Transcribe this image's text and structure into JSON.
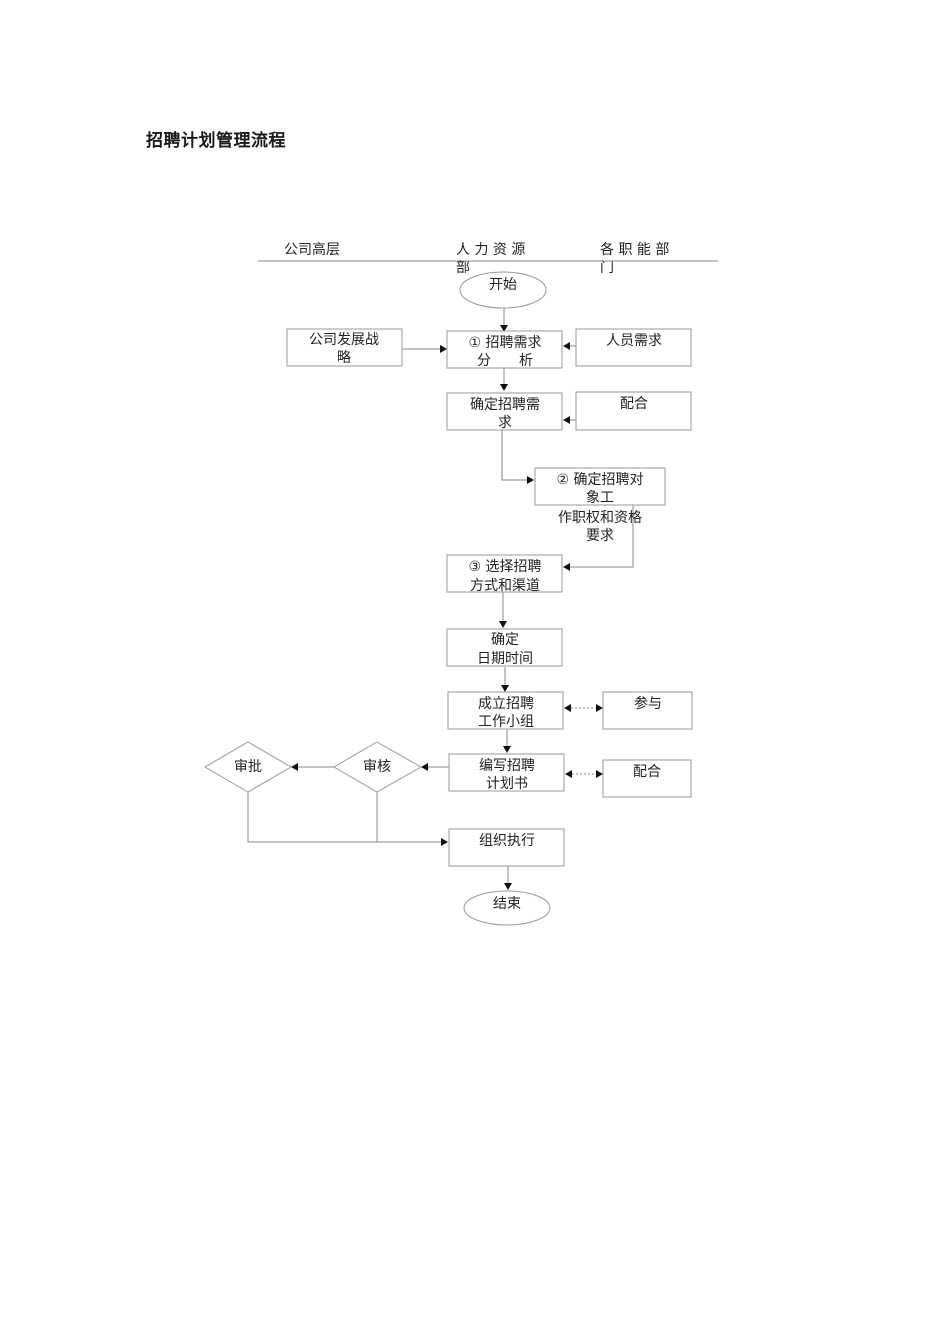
{
  "title": "招聘计划管理流程",
  "lanes": {
    "top_management": "公司高层",
    "hr_line1": "人 力 资 源",
    "hr_line2": "部",
    "dept_line1": "各 职 能 部",
    "dept_line2": "门"
  },
  "nodes": {
    "start": "开始",
    "strategy_l1": "公司发展战",
    "strategy_l2": "略",
    "analysis_l1": "① 招聘需求",
    "analysis_l2": "分　　析",
    "staff_need": "人员需求",
    "confirm_need_l1": "确定招聘需",
    "confirm_need_l2": "求",
    "cooperate1": "配合",
    "target_l1": "② 确定招聘对",
    "target_l2": "象工",
    "target_l3": "作职权和资格",
    "target_l4": "要求",
    "channel_l1": "③ 选择招聘",
    "channel_l2": "方式和渠道",
    "date_l1": "确定",
    "date_l2": "日期时间",
    "team_l1": "成立招聘",
    "team_l2": "工作小组",
    "participate": "参与",
    "plan_l1": "编写招聘",
    "plan_l2": "计划书",
    "cooperate2": "配合",
    "review": "审核",
    "approve": "审批",
    "execute": "组织执行",
    "end": "结束"
  }
}
